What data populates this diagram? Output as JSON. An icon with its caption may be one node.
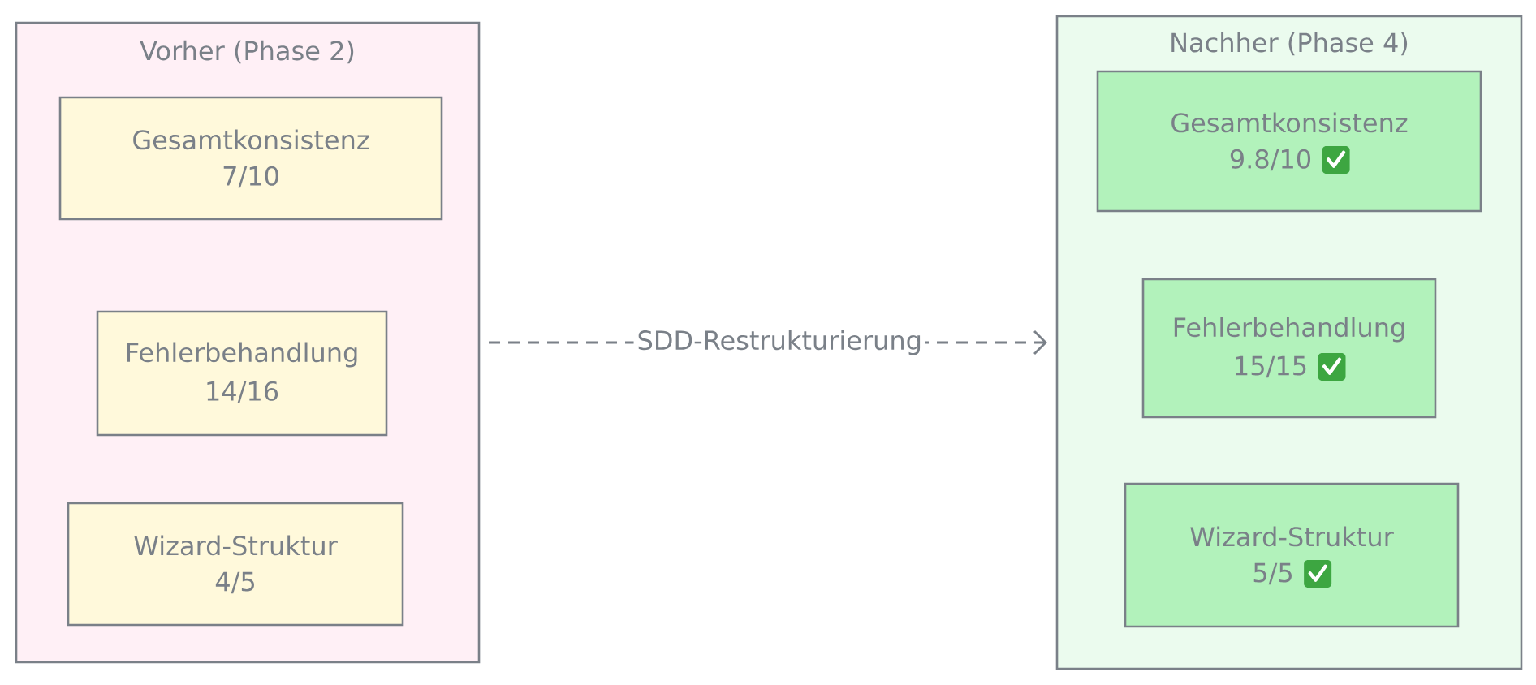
{
  "diagram": {
    "nodes": [
      {
        "text": [
          "Vorher (Phase 2)"
        ]
      },
      {
        "text": [
          "Gesamtkonsistenz",
          "7/10"
        ],
        "in": 0
      },
      {
        "text": [
          "Fehlerbehandlung",
          "14/16"
        ],
        "in": 0
      },
      {
        "text": [
          "Wizard-Struktur",
          "4/5"
        ],
        "in": 0
      },
      {
        "text": [
          "Nachher (Phase 4)"
        ]
      },
      {
        "text": [
          "Gesamtkonsistenz",
          "9.8/10"
        ],
        "in": 4
      },
      {
        "text": [
          "Fehlerbehandlung",
          "15/15"
        ],
        "in": 4
      },
      {
        "text": [
          "Wizard-Struktur",
          "5/5"
        ],
        "in": 4
      }
    ],
    "edges": [
      {
        "from": 0,
        "to": 4,
        "arrow": "to",
        "style": "dashed",
        "label": "SDD-Restrukturierung"
      }
    ]
  }
}
